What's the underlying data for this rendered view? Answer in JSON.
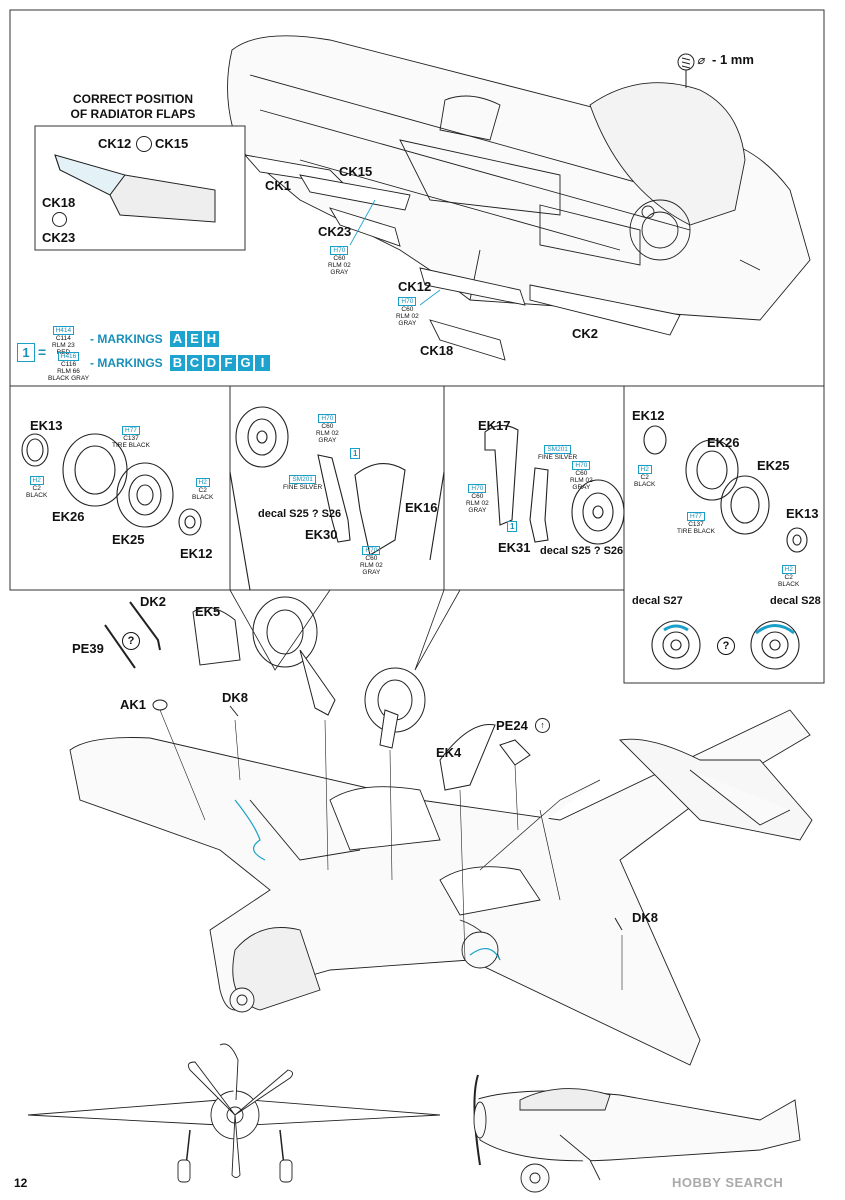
{
  "page": {
    "number": "12",
    "watermark": "HOBBY SEARCH"
  },
  "radiator_flaps": {
    "title_line1": "CORRECT POSITION",
    "title_line2": "OF RADIATOR FLAPS",
    "label_ck12": "CK12",
    "label_ck15": "CK15",
    "label_ck18": "CK18",
    "label_ck23": "CK23"
  },
  "drill": {
    "text": "- 1 mm"
  },
  "top_parts": {
    "ck1": "CK1",
    "ck15": "CK15",
    "ck23": "CK23",
    "ck12": "CK12",
    "ck18": "CK18",
    "ck2": "CK2",
    "paint_a": {
      "code": "H70",
      "l1": "C60",
      "l2": "RLM 02",
      "l3": "GRAY"
    },
    "paint_b": {
      "code": "H70",
      "l1": "C60",
      "l2": "RLM 02",
      "l3": "GRAY"
    }
  },
  "legend": {
    "number": "1",
    "eq": "=",
    "row1": {
      "code": "H414",
      "l1": "C114",
      "l2": "RLM 23",
      "l3": "RED",
      "label": "- MARKINGS",
      "letters": [
        "A",
        "E",
        "H"
      ]
    },
    "row2": {
      "code": "H416",
      "l1": "C116",
      "l2": "RLM 66",
      "l3": "BLACK GRAY",
      "label": "- MARKINGS",
      "letters": [
        "B",
        "C",
        "D",
        "F",
        "G",
        "I"
      ]
    }
  },
  "left_wheel": {
    "ek13": "EK13",
    "ek26": "EK26",
    "ek25": "EK25",
    "ek12": "EK12",
    "paint_h77": {
      "code": "H77",
      "l1": "C137",
      "l2": "TIRE BLACK"
    },
    "paint_h2a": {
      "code": "H2",
      "l1": "C2",
      "l2": "BLACK"
    },
    "paint_h2b": {
      "code": "H2",
      "l1": "C2",
      "l2": "BLACK"
    }
  },
  "leg_left": {
    "ek30": "EK30",
    "ek16": "EK16",
    "decal": "decal S25 ? S26",
    "num": "1",
    "paint_h70a": {
      "code": "H70",
      "l1": "C60",
      "l2": "RLM 02",
      "l3": "GRAY"
    },
    "paint_sm": {
      "code": "SM201",
      "l1": "FINE SILVER"
    },
    "paint_h70b": {
      "code": "H70",
      "l1": "C60",
      "l2": "RLM 02",
      "l3": "GRAY"
    }
  },
  "leg_right": {
    "ek17": "EK17",
    "ek31": "EK31",
    "decal": "decal S25 ? S26",
    "num": "1",
    "paint_sm": {
      "code": "SM201",
      "l1": "FINE SILVER"
    },
    "paint_h70a": {
      "code": "H70",
      "l1": "C60",
      "l2": "RLM 02",
      "l3": "GRAY"
    },
    "paint_h70b": {
      "code": "H70",
      "l1": "C60",
      "l2": "RLM 02",
      "l3": "GRAY"
    }
  },
  "right_wheel": {
    "ek12": "EK12",
    "ek26": "EK26",
    "ek25": "EK25",
    "ek13": "EK13",
    "paint_h2a": {
      "code": "H2",
      "l1": "C2",
      "l2": "BLACK"
    },
    "paint_h77": {
      "code": "H77",
      "l1": "C137",
      "l2": "TIRE BLACK"
    },
    "paint_h2b": {
      "code": "H2",
      "l1": "C2",
      "l2": "BLACK"
    },
    "decal_s27": "decal S27",
    "decal_s28": "decal S28",
    "q": "?"
  },
  "bottom": {
    "dk2": "DK2",
    "pe39": "PE39",
    "ek5": "EK5",
    "ak1": "AK1",
    "dk8a": "DK8",
    "pe24": "PE24",
    "ek4": "EK4",
    "dk8b": "DK8",
    "q": "?"
  }
}
